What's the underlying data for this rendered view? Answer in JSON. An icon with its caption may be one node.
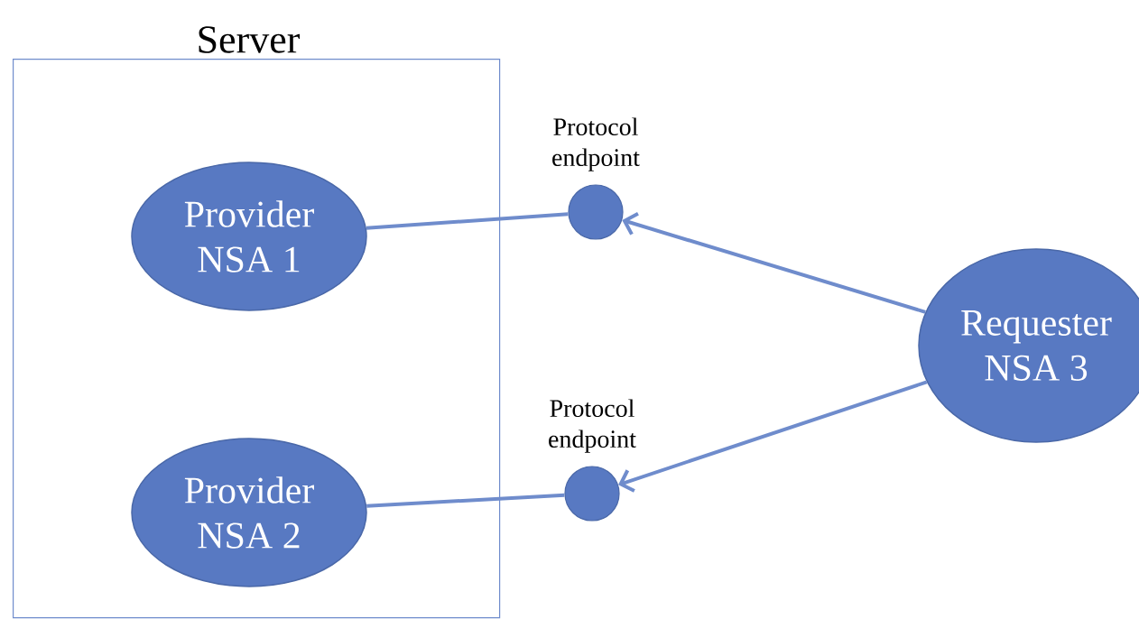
{
  "diagram": {
    "nodes": [
      {
        "text": [
          "Server"
        ]
      },
      {
        "text": [
          "Provider NSA 1"
        ],
        "in": 0
      },
      {
        "text": [
          "Provider NSA 2"
        ],
        "in": 0
      },
      {
        "text": [],
        "shape": "circle",
        "beside": [
          "Protocol endpoint"
        ]
      },
      {
        "text": [],
        "shape": "circle",
        "beside": [
          "Protocol endpoint"
        ]
      },
      {
        "text": [
          "Requester NSA 3"
        ]
      }
    ],
    "edges": [
      {
        "from": 1,
        "to": 3,
        "arrow": "none"
      },
      {
        "from": 5,
        "to": 3,
        "arrow": "to"
      },
      {
        "from": 2,
        "to": 4,
        "arrow": "none"
      },
      {
        "from": 5,
        "to": 4,
        "arrow": "to"
      }
    ]
  }
}
